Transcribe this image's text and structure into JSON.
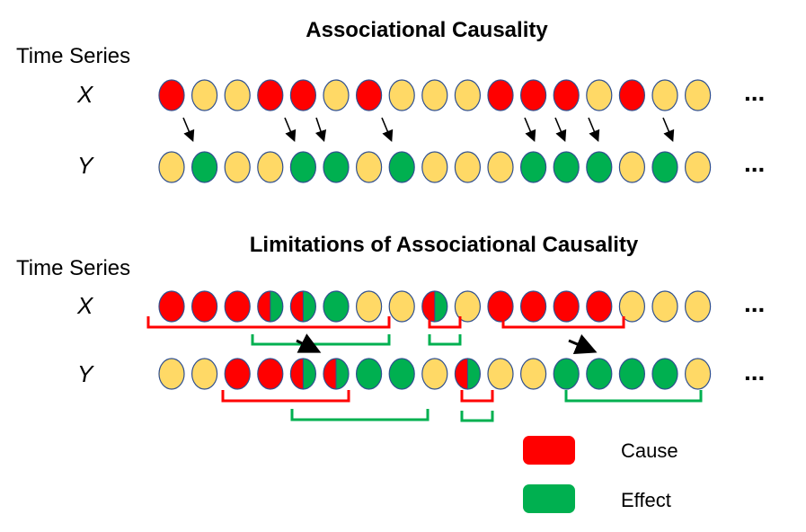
{
  "colors": {
    "cause": "#FF0000",
    "effect": "#00B050",
    "neutral": "#FFD966",
    "outline": "#2F4F8F",
    "arrow": "#000000"
  },
  "panel1": {
    "title": "Associational Causality",
    "series_label": "Time Series",
    "x_label": "X",
    "y_label": "Y",
    "continuation": "...",
    "x_row": [
      "cause",
      "neutral",
      "neutral",
      "cause",
      "cause",
      "neutral",
      "cause",
      "neutral",
      "neutral",
      "neutral",
      "cause",
      "cause",
      "cause",
      "neutral",
      "cause",
      "neutral",
      "neutral"
    ],
    "y_row": [
      "neutral",
      "effect",
      "neutral",
      "neutral",
      "effect",
      "effect",
      "neutral",
      "effect",
      "neutral",
      "neutral",
      "neutral",
      "effect",
      "effect",
      "effect",
      "neutral",
      "effect",
      "neutral"
    ]
  },
  "panel2": {
    "title": "Limitations of Associational Causality",
    "series_label": "Time Series",
    "x_label": "X",
    "y_label": "Y",
    "continuation": "...",
    "x_row": [
      "cause",
      "cause",
      "cause",
      "split",
      "split",
      "effect",
      "neutral",
      "neutral",
      "split",
      "neutral",
      "cause",
      "cause",
      "cause",
      "cause",
      "neutral",
      "neutral",
      "neutral"
    ],
    "y_row": [
      "neutral",
      "neutral",
      "cause",
      "cause",
      "split",
      "split",
      "effect",
      "effect",
      "neutral",
      "split",
      "neutral",
      "neutral",
      "effect",
      "effect",
      "effect",
      "effect",
      "neutral"
    ]
  },
  "legend": {
    "cause_label": "Cause",
    "effect_label": "Effect"
  }
}
